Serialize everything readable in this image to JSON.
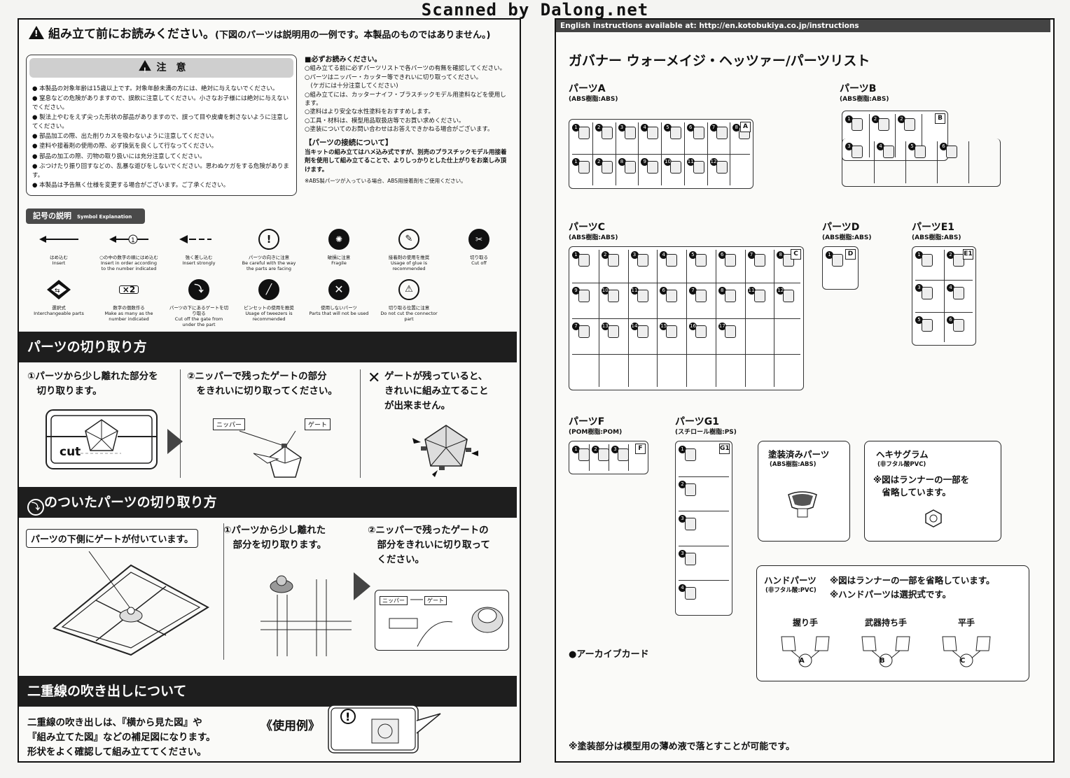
{
  "watermark": "Scanned by Dalong.net",
  "left": {
    "warning_title": "組み立て前にお読みください。",
    "warning_sub": "(下図のパーツは説明用の一例です。本製品のものではありません。)",
    "caution_heading": "注　意",
    "caution_items": [
      "本製品の対象年齢は15歳以上です。対象年齢未満の方には、絶対に与えないでください。",
      "窒息などの危険がありますので、誤飲に注意してください。小さなお子様には絶対に与えないでください。",
      "製法上やむをえず尖った形状の部品がありますので、誤って目や皮膚を刺さないように注意してください。",
      "部品加工の際、出た削りカスを吸わないように注意してください。",
      "塗料や接着剤の使用の際、必ず換気を良くして行なってください。",
      "部品の加工の際、刃物の取り扱いには充分注意してください。",
      "ぶつけたり振り回すなどの、乱暴な遊びをしないでください。思わぬケガをする危険があります。",
      "本製品は予告無く仕様を変更する場合がございます。ご了承ください。"
    ],
    "notes_heading": "■必ずお読みください。",
    "notes_items": [
      "○組み立てる前に必ずパーツリストで各パーツの有無を確認してください。",
      "○パーツはニッパー・カッター等できれいに切り取ってください。",
      "　(ケガには十分注意してください)",
      "○組み立てには、カッターナイフ・プラスチックモデル用塗料などを使用します。",
      "○塗料はより安全な水性塗料をおすすめします。",
      "○工具・材料は、模型用品取扱店等でお買い求めください。",
      "○塗装についてのお問い合わせはお答えできかねる場合がございます。"
    ],
    "connect_heading": "【パーツの接続について】",
    "connect_text": "当キットの組み立てはハメ込み式ですが、別売のプラスチックモデル用接着剤を使用して組み立てることで、よりしっかりとした仕上がりをお楽しみ頂けます。",
    "connect_note": "※ABS製パーツが入っている場合、ABS用接着剤をご使用ください。",
    "symbol_heading": "記号の説明",
    "symbol_heading_en": "Symbol Explanation",
    "symbols": [
      {
        "icon": "insert-arrow-icon",
        "jp": "はめ込む",
        "en": "Insert"
      },
      {
        "icon": "numbered-insert-arrow-icon",
        "jp": "○の中の数字の順にはめ込む",
        "en": "Insert in order according to the number indicated"
      },
      {
        "icon": "strong-insert-arrow-icon",
        "jp": "強く差し込む",
        "en": "Insert strongly"
      },
      {
        "icon": "caution-icon",
        "jp": "パーツの向きに注意",
        "en": "Be careful with the way the parts are facing"
      },
      {
        "icon": "fragile-icon",
        "jp": "破損に注意",
        "en": "Fragile"
      },
      {
        "icon": "glue-icon",
        "jp": "接着剤の使用を推奨",
        "en": "Usage of glue is recommended"
      },
      {
        "icon": "cut-off-icon",
        "jp": "切り取る",
        "en": "Cut off"
      },
      {
        "icon": "interchangeable-icon",
        "jp": "選択式",
        "en": "Interchangeable parts"
      },
      {
        "icon": "times-two-icon",
        "jp": "数字の個数作る",
        "en": "Make as many as the number indicated",
        "glyph": "×2"
      },
      {
        "icon": "gate-under-icon",
        "jp": "パーツの下にあるゲートを切り取る",
        "en": "Cut off the gate from under the part"
      },
      {
        "icon": "tweezers-icon",
        "jp": "ピンセットの使用を推奨",
        "en": "Usage of tweezers is recommended"
      },
      {
        "icon": "not-used-icon",
        "jp": "使用しないパーツ",
        "en": "Parts that will not be used"
      },
      {
        "icon": "connector-icon",
        "jp": "切り取る位置に注意",
        "en": "Do not cut the connector part"
      }
    ],
    "band1": "パーツの切り取り方",
    "cut_step1": "①パーツから少し離れた部分を\n　切り取ります。",
    "cut_step2": "②ニッパーで残ったゲートの部分\n　をきれいに切り取ってください。",
    "cut_step3": "ゲートが残っていると、\nきれいに組み立てること\nが出来ません。",
    "cut_label": "cut",
    "nipper_label": "ニッパー",
    "gate_label": "ゲート",
    "band2": "のついたパーツの切り取り方",
    "gate_under_note": "パーツの下側にゲートが付いています。",
    "gate_step1": "①パーツから少し離れた\n　部分を切り取ります。",
    "gate_step2": "②ニッパーで残ったゲートの\n　部分をきれいに切り取って\n　ください。",
    "band3": "二重線の吹き出しについて",
    "double_line_text": "二重線の吹き出しは、『横から見た図』や\n『組み立てた図』などの補足図になります。\n形状をよく確認して組み立ててください。",
    "usage_example": "《使用例》"
  },
  "right": {
    "banner": "English instructions available at: http://en.kotobukiya.co.jp/instructions",
    "title": "ガバナー ウォーメイジ・ヘッツァー/パーツリスト",
    "parts": [
      {
        "name": "パーツA",
        "material": "(ABS樹脂:ABS)",
        "tag": "A"
      },
      {
        "name": "パーツB",
        "material": "(ABS樹脂:ABS)",
        "tag": "B"
      },
      {
        "name": "パーツC",
        "material": "(ABS樹脂:ABS)",
        "tag": "C"
      },
      {
        "name": "パーツD",
        "material": "(ABS樹脂:ABS)",
        "tag": "D"
      },
      {
        "name": "パーツE1",
        "material": "(ABS樹脂:ABS)",
        "tag": "E1"
      },
      {
        "name": "パーツF",
        "material": "(POM樹脂:POM)",
        "tag": "F"
      },
      {
        "name": "パーツG1",
        "material": "(スチロール樹脂:PS)",
        "tag": "G1"
      }
    ],
    "painted_parts": "塗装済みパーツ",
    "painted_material": "(ABS樹脂:ABS)",
    "hexagram": "ヘキサグラム",
    "hexagram_material": "(非フタル酸PVC)",
    "hexagram_note": "※図はランナーの一部を\n　省略しています。",
    "hand_parts": "ハンドパーツ",
    "hand_material": "(非フタル酸:PVC)",
    "hand_note1": "※図はランナーの一部を省略しています。",
    "hand_note2": "※ハンドパーツは選択式です。",
    "hands": [
      {
        "label": "握り手",
        "letter": "A"
      },
      {
        "label": "武器持ち手",
        "letter": "B"
      },
      {
        "label": "平手",
        "letter": "C"
      }
    ],
    "archive_card": "●アーカイブカード",
    "footer_note": "※塗装部分は模型用の薄め液で落とすことが可能です。"
  }
}
